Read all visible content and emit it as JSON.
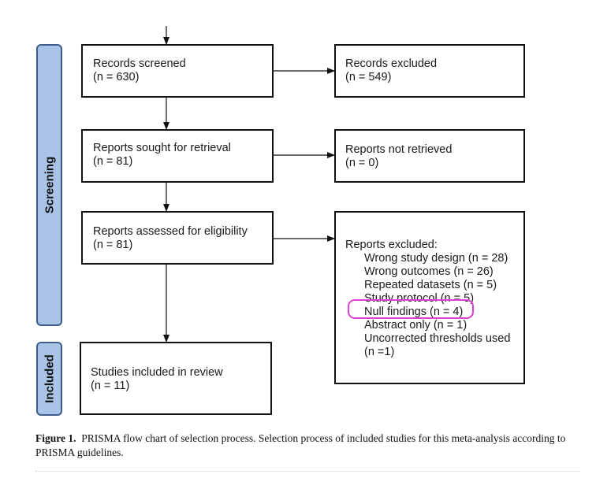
{
  "phases": {
    "screening": "Screening",
    "included": "Included"
  },
  "boxes": {
    "records_screened": {
      "title": "Records screened",
      "count": "(n = 630)"
    },
    "records_excluded": {
      "title": "Records excluded",
      "count": "(n = 549)"
    },
    "reports_sought": {
      "title": "Reports sought for retrieval",
      "count": "(n = 81)"
    },
    "reports_not_retrieved": {
      "title": "Reports not retrieved",
      "count": "(n = 0)"
    },
    "reports_assessed": {
      "title": "Reports assessed for eligibility",
      "count": "(n = 81)"
    },
    "studies_included": {
      "title": "Studies included in review",
      "count": "(n = 11)"
    },
    "reports_excluded": {
      "title": "Reports excluded:",
      "items": [
        "Wrong study design (n = 28)",
        "Wrong outcomes (n = 26)",
        "Repeated datasets (n = 5)",
        "Study protocol (n = 5)",
        "Null findings (n = 4)",
        "Abstract only (n = 1)",
        "Uncorrected thresholds used",
        "(n =1)"
      ]
    }
  },
  "caption": {
    "label": "Figure 1.",
    "text": "PRISMA flow chart of selection process. Selection process of included studies for this meta-analysis according to PRISMA guidelines."
  },
  "colors": {
    "phase_fill": "#a9c4e6",
    "phase_border": "#3f5d8c",
    "highlight": "#e040d0"
  }
}
